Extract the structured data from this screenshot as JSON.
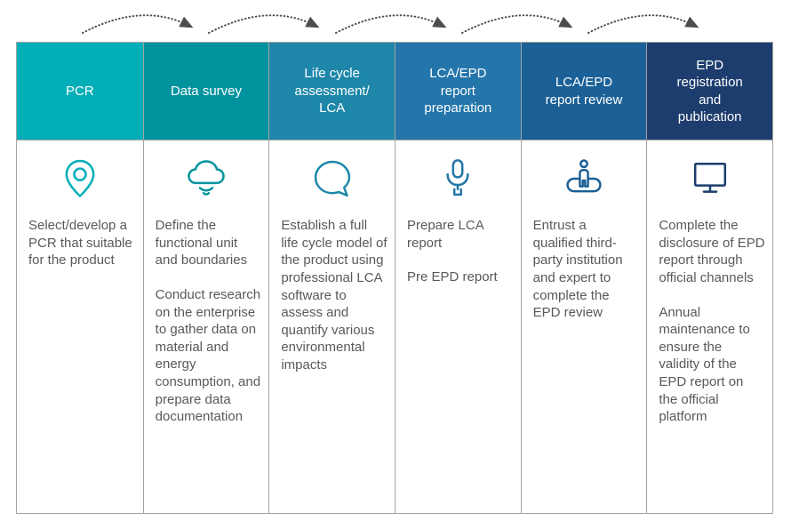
{
  "page": {
    "background": "#ffffff"
  },
  "flow": {
    "arrow_color": "#4d4d4d",
    "border_color": "#a3a3a3",
    "body_text_color": "#595959"
  },
  "columns": [
    {
      "header": "PCR",
      "header_bg": "#00aeb8",
      "icon": "location-pin-icon",
      "icon_color": "#00aeb8",
      "paragraphs": [
        "Select/develop a PCR that suitable for the product"
      ]
    },
    {
      "header": "Data survey",
      "header_bg": "#00939e",
      "icon": "cloud-sync-icon",
      "icon_color": "#00939e",
      "paragraphs": [
        "Define the functional unit and boundaries",
        "Conduct research on the enterprise to gather data on material and energy consumption, and prepare data documentation"
      ]
    },
    {
      "header": "Life cycle assessment/ LCA",
      "header_bg": "#1e87a9",
      "icon": "chat-bubble-icon",
      "icon_color": "#1e87a9",
      "paragraphs": [
        "Establish a full life cycle model of the product using professional LCA software to assess and quantify various environmental impacts"
      ]
    },
    {
      "header": "LCA/EPD report preparation",
      "header_bg": "#2375aa",
      "icon": "microphone-icon",
      "icon_color": "#2375aa",
      "paragraphs": [
        "Prepare LCA report",
        "Pre EPD report"
      ]
    },
    {
      "header": "LCA/EPD report review",
      "header_bg": "#1b6096",
      "icon": "person-platform-icon",
      "icon_color": "#1b6096",
      "paragraphs": [
        "Entrust a qualified third-party institution and expert to complete the EPD review"
      ]
    },
    {
      "header": "EPD registration and publication",
      "header_bg": "#1c3d6d",
      "icon": "monitor-icon",
      "icon_color": "#1c3d6d",
      "paragraphs": [
        "Complete the disclosure of EPD report through official channels",
        "Annual maintenance to ensure the validity of the EPD report on the official platform"
      ]
    }
  ]
}
